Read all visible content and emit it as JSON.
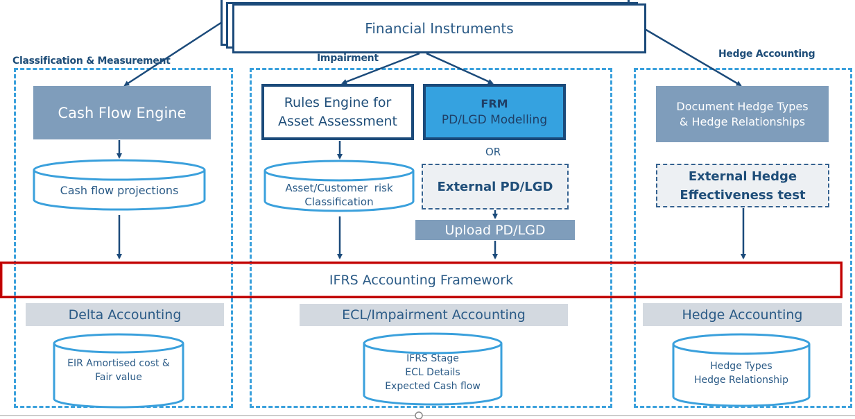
{
  "top": {
    "title": "Financial Instruments"
  },
  "sections": {
    "classification": {
      "label": "Classification & Measurement",
      "engine": "Cash Flow Engine",
      "store": "Cash flow projections",
      "accounting": "Delta Accounting",
      "output_store": [
        "EIR Amortised cost &",
        "Fair value"
      ]
    },
    "impairment": {
      "label": "Impairment",
      "rules_engine": [
        "Rules Engine for",
        "Asset Assessment"
      ],
      "frm_title": "FRM",
      "frm_subtitle": "PD/LGD Modelling",
      "or_label": "OR",
      "external": "External PD/LGD",
      "upload": "Upload PD/LGD",
      "store": [
        "Asset/Customer  risk",
        "Classification"
      ],
      "accounting": "ECL/Impairment Accounting",
      "output_store": [
        "IFRS Stage",
        "ECL Details",
        "Expected Cash flow"
      ]
    },
    "hedge": {
      "label": "Hedge Accounting",
      "document": [
        "Document Hedge Types",
        "& Hedge Relationships"
      ],
      "external": [
        "External Hedge",
        "Effectiveness test"
      ],
      "accounting": "Hedge Accounting",
      "output_store": [
        "Hedge Types",
        "Hedge Relationship"
      ]
    }
  },
  "framework": {
    "title": "IFRS Accounting Framework"
  },
  "colors": {
    "navy": "#1b4a7a",
    "dash_blue": "#3aa0dc",
    "grey_box": "#7f9dbb",
    "frm_blue": "#35a2e0",
    "framework_red": "#c00000",
    "band": "#d3d9e0"
  }
}
